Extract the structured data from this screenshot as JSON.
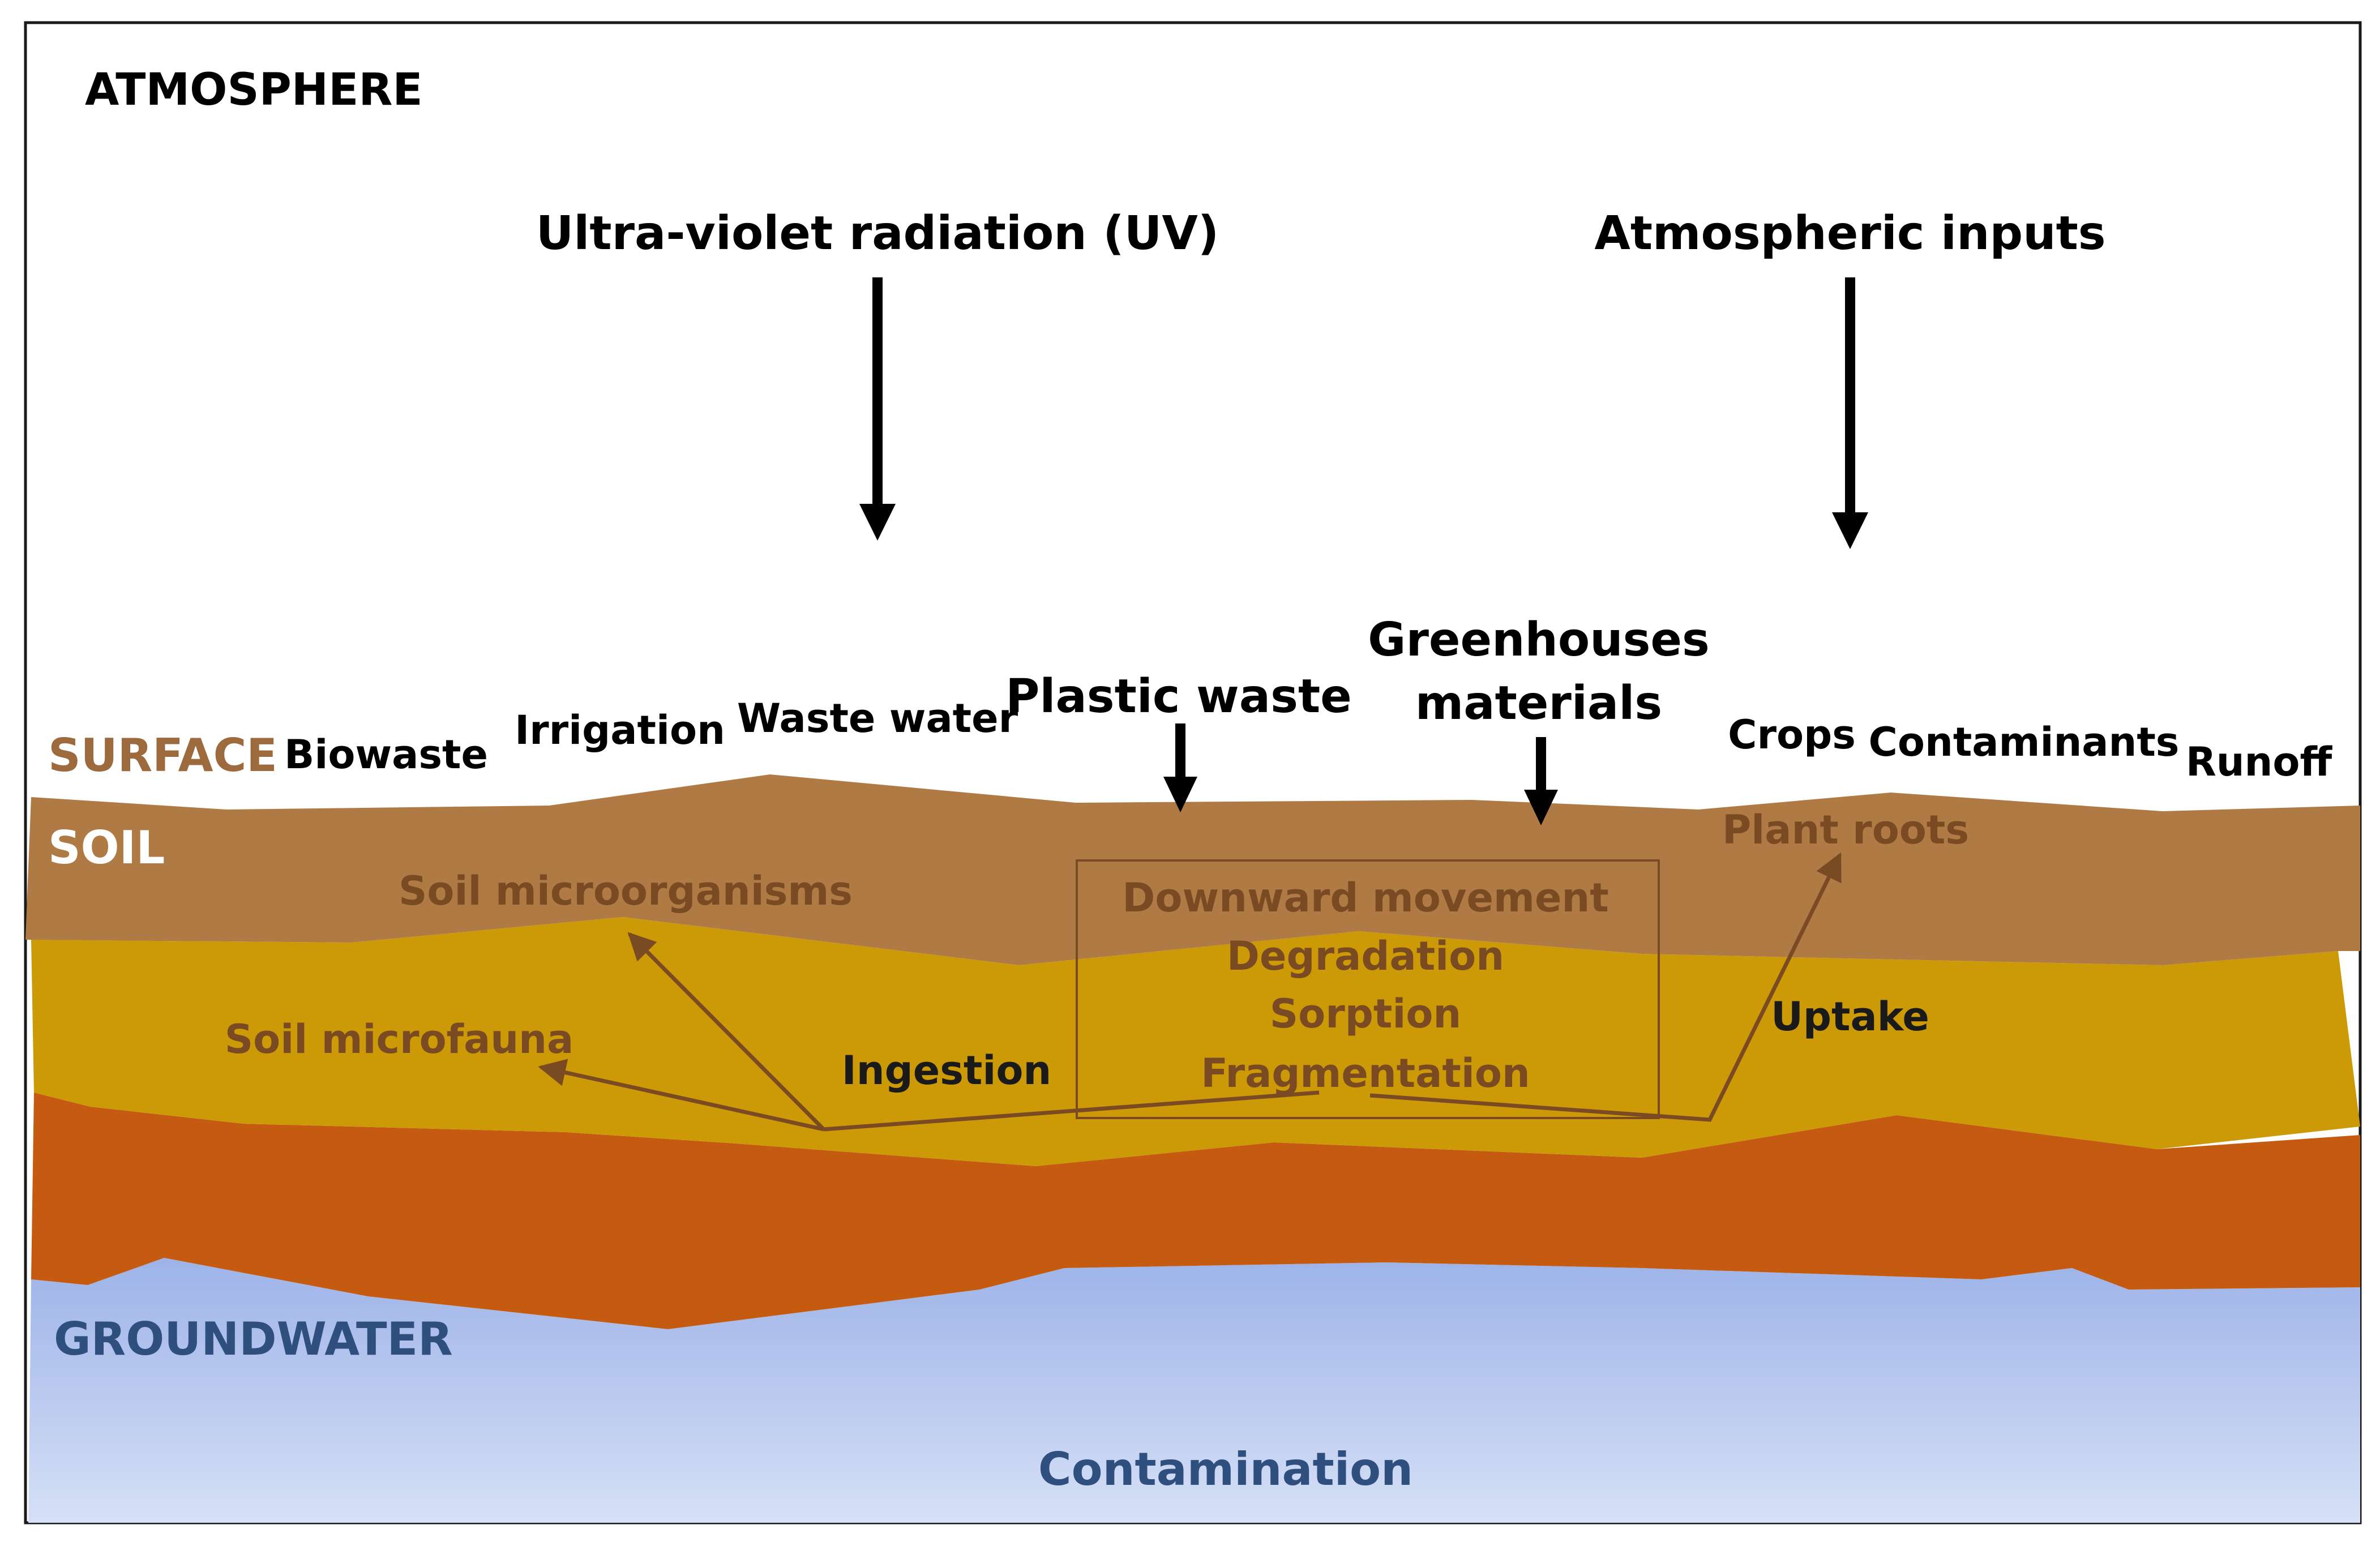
{
  "zones": {
    "atmosphere": "ATMOSPHERE",
    "surface": "SURFACE",
    "soil": "SOIL",
    "groundwater": "GROUNDWATER"
  },
  "atmosphere_inputs": {
    "uv": "Ultra-violet radiation (UV)",
    "atmospheric": "Atmospheric inputs"
  },
  "surface_sources": {
    "biowaste": "Biowaste",
    "irrigation": "Irrigation",
    "waste_water": "Waste water",
    "plastic_waste": "Plastic waste",
    "greenhouses_line1": "Greenhouses",
    "greenhouses_line2": "materials",
    "crops": "Crops",
    "contaminants": "Contaminants",
    "runoff": "Runoff"
  },
  "soil_processes": {
    "plant_roots": "Plant roots",
    "soil_microorganisms": "Soil microorganisms",
    "downward_movement": "Downward movement",
    "degradation": "Degradation",
    "sorption": "Sorption",
    "fragmentation": "Fragmentation",
    "soil_microfauna": "Soil microfauna",
    "ingestion": "Ingestion",
    "uptake": "Uptake"
  },
  "groundwater": {
    "contamination": "Contamination"
  },
  "colors": {
    "frame": "#1a1a1a",
    "topsoil": "#b07a45",
    "subsoil": "#cc9a06",
    "deep_soil": "#c55a11",
    "groundwater_top": "#9db3e8",
    "groundwater_bottom": "#d6e0f6",
    "process_arrow": "#7a4a22"
  }
}
